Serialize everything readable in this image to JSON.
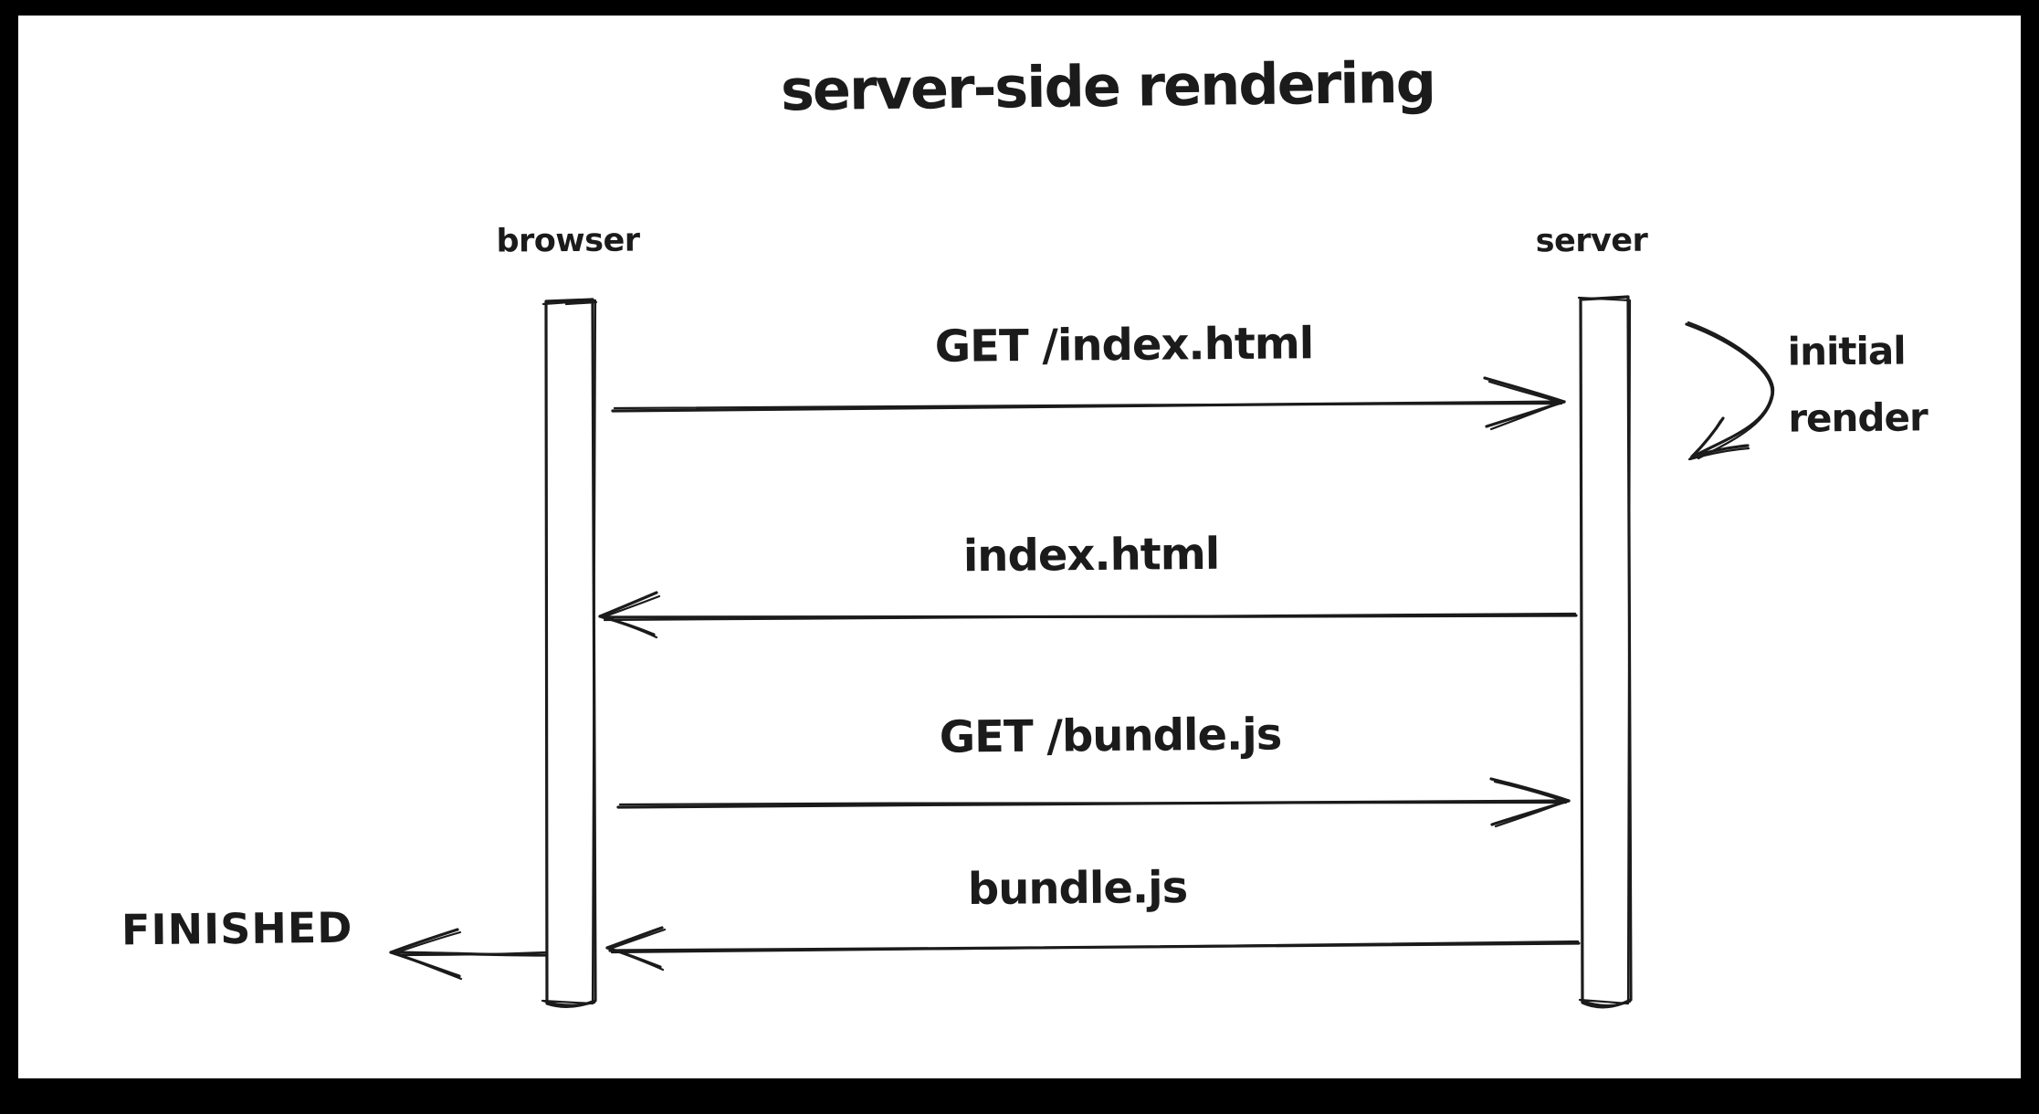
{
  "colors": {
    "frame": "#000000",
    "canvas": "#ffffff",
    "ink": "#1b1b1b"
  },
  "diagram": {
    "title": "server-side rendering",
    "lifelines": [
      {
        "id": "browser",
        "label": "browser"
      },
      {
        "id": "server",
        "label": "server"
      }
    ],
    "messages": [
      {
        "label": "GET /index.html",
        "from": "browser",
        "to": "server",
        "direction": "right"
      },
      {
        "label": "index.html",
        "from": "server",
        "to": "browser",
        "direction": "left"
      },
      {
        "label": "GET /bundle.js",
        "from": "browser",
        "to": "server",
        "direction": "right"
      },
      {
        "label": "bundle.js",
        "from": "server",
        "to": "browser",
        "direction": "left"
      }
    ],
    "annotations": [
      {
        "id": "initial-render",
        "lines": [
          "initial",
          "render"
        ],
        "attached_to": "server",
        "icon": "curved-arrow"
      },
      {
        "id": "finished",
        "label": "FINISHED",
        "attached_to": "browser",
        "icon": "left-arrow"
      }
    ]
  }
}
